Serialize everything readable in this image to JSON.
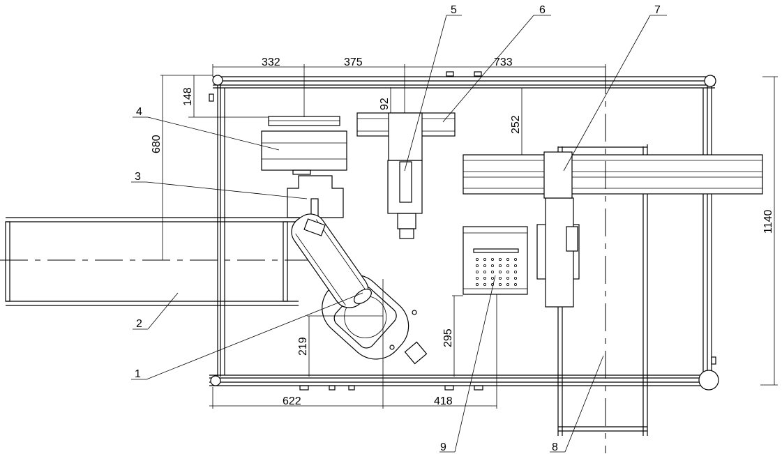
{
  "dimensions": {
    "top_1": "332",
    "top_2": "375",
    "top_3": "733",
    "left_148": "148",
    "left_680": "680",
    "gap_92": "92",
    "gap_252": "252",
    "right_1140": "1140",
    "robot_219": "219",
    "table_295": "295",
    "bottom_1": "622",
    "bottom_2": "418"
  },
  "callouts": [
    "1",
    "2",
    "3",
    "4",
    "5",
    "6",
    "7",
    "8",
    "9"
  ]
}
